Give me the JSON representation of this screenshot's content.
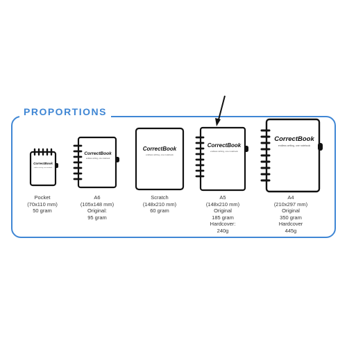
{
  "section": {
    "title": "PROPORTIONS"
  },
  "accent_color": "#3f86d4",
  "brand": {
    "logo_text": "CorrectBook",
    "tagline": "endless writing, one notebook"
  },
  "notebooks": [
    {
      "name": "Pocket",
      "lines": [
        "Pocket",
        "(70x110 mm)",
        "50 gram"
      ]
    },
    {
      "name": "A6",
      "lines": [
        "A6",
        "(105x148 mm)",
        "Original:",
        "95 gram"
      ]
    },
    {
      "name": "Scratch",
      "lines": [
        "Scratch",
        "(148x210 mm)",
        "60 gram"
      ]
    },
    {
      "name": "A5",
      "lines": [
        "A5",
        "(148x210 mm)",
        "Original",
        "185 gram",
        "Hardcover:",
        "240g"
      ]
    },
    {
      "name": "A4",
      "lines": [
        "A4",
        "(210x297 mm)",
        "Original",
        "350 gram",
        "Hardcover",
        "445g"
      ]
    }
  ]
}
